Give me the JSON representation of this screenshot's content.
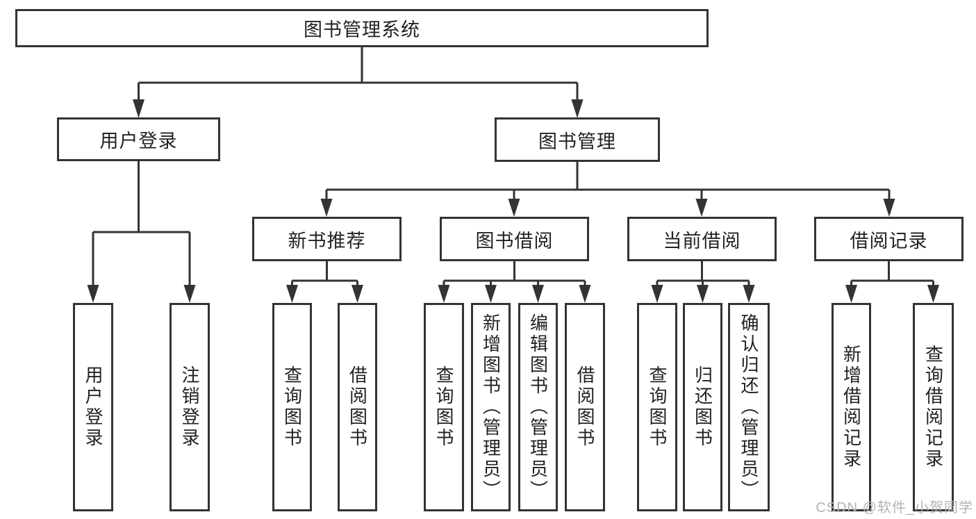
{
  "nodes": {
    "root": "图书管理系统",
    "user_login": "用户登录",
    "book_management": "图书管理",
    "new_book_recommend": "新书推荐",
    "book_borrowing": "图书借阅",
    "current_borrowing": "当前借阅",
    "borrowing_records": "借阅记录",
    "leaf_user_login": "用户登录",
    "leaf_logout": "注销登录",
    "leaf_nbr_query_books": "查询图书",
    "leaf_nbr_borrow_books": "借阅图书",
    "leaf_bb_query_books": "查询图书",
    "leaf_bb_add_books": "新增图书（管理员）",
    "leaf_bb_edit_books": "编辑图书（管理员）",
    "leaf_bb_borrow_books": "借阅图书",
    "leaf_cb_query_books": "查询图书",
    "leaf_cb_return_books": "归还图书",
    "leaf_cb_confirm_return": "确认归还（管理员）",
    "leaf_br_add_record": "新增借阅记录",
    "leaf_br_query_record": "查询借阅记录"
  },
  "watermark": "CSDN @软件_小贺同学",
  "colors": {
    "line": "#333333",
    "text": "#222222",
    "background": "#ffffff",
    "watermark": "#b3b3b3"
  }
}
